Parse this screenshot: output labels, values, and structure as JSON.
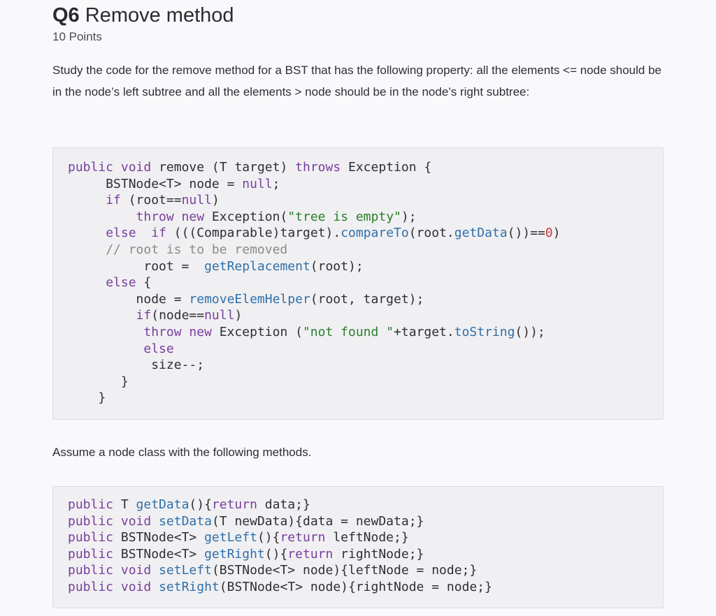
{
  "question": {
    "number": "Q6",
    "title": "Remove method",
    "points": "10 Points"
  },
  "intro_text": "Study the code for the remove method for a BST that has the following property: all the elements <= node should be in the node’s left subtree and all the elements > node should be in the node’s right subtree:",
  "remove_code": [
    "public void remove (T target) throws Exception {",
    "     BSTNode<T> node = null;",
    "     if (root==null)",
    "         throw new Exception(\"tree is empty\");",
    "     else  if (((Comparable)target).compareTo(root.getData())==0)",
    "     // root is to be removed",
    "          root =  getReplacement(root);",
    "     else {",
    "         node = removeElemHelper(root, target);",
    "         if(node==null)",
    "          throw new Exception (\"not found \"+target.toString());",
    "          else",
    "           size--;",
    "       }",
    "    }"
  ],
  "assume_text": "Assume a node class with the following methods.",
  "node_methods_code": [
    "public T getData(){return data;}",
    "public void setData(T newData){data = newData;}",
    "public BSTNode<T> getLeft(){return leftNode;}",
    "public BSTNode<T> getRight(){return rightNode;}",
    "public void setLeft(BSTNode<T> node){leftNode = node;}",
    "public void setRight(BSTNode<T> node){rightNode = node;}"
  ]
}
